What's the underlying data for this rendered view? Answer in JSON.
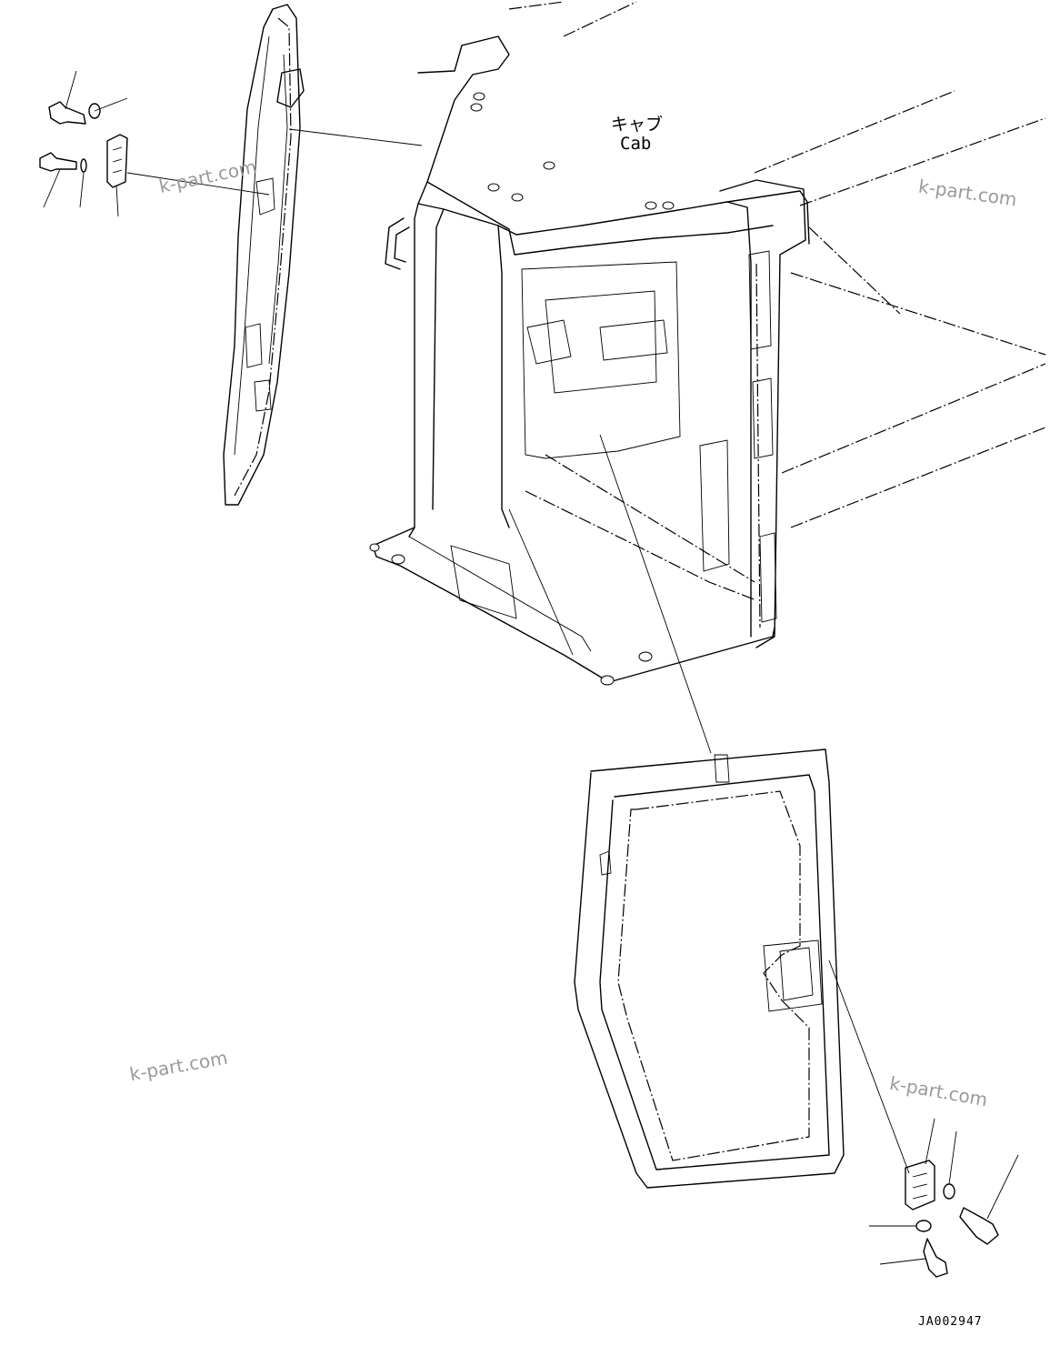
{
  "labels": {
    "cab_jp": "キャブ",
    "cab_en": "Cab"
  },
  "watermarks": [
    "k-part.com",
    "k-part.com",
    "k-part.com",
    "k-part.com"
  ],
  "drawing_code": "JA002947"
}
